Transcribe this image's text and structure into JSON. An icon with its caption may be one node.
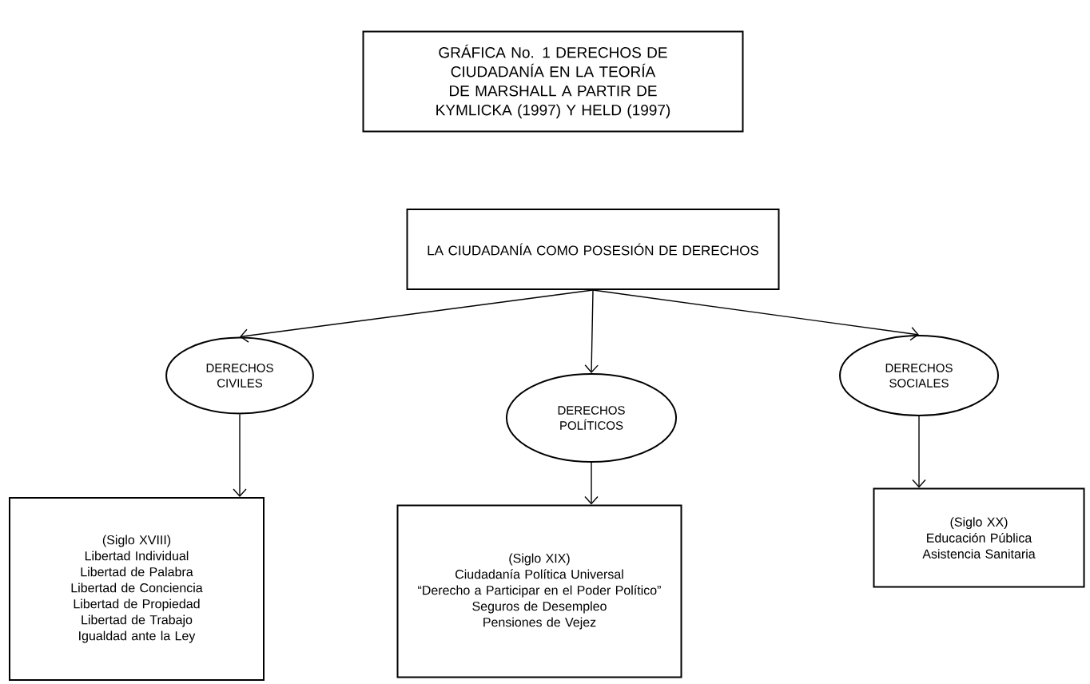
{
  "diagram": {
    "nodes": [
      {
        "text": [
          "GRÁFICA No. 1 DERECHOS DE CIUDADANÍA EN LA TEORÍA DE MARSHALL A PARTIR DE KYMLICKA (1997) Y HELD (1997)"
        ]
      },
      {
        "text": [
          "LA CIUDADANÍA COMO POSESIÓN DE DERECHOS"
        ]
      },
      {
        "text": [
          "DERECHOS CIVILES"
        ]
      },
      {
        "text": [
          "DERECHOS POLÍTICOS"
        ]
      },
      {
        "text": [
          "DERECHOS SOCIALES"
        ]
      },
      {
        "text": [
          "(Siglo XVIII)",
          "Libertad Individual",
          "Libertad de Palabra",
          "Libertad de Conciencia",
          "Libertad de Propiedad",
          "Libertad de Trabajo",
          "Igualdad ante la Ley"
        ]
      },
      {
        "text": [
          "(Siglo XIX)",
          "Ciudadanía Política Universal",
          "“Derecho a Participar en el Poder Político”",
          "Seguros de Desempleo",
          "Pensiones de Vejez"
        ]
      },
      {
        "text": [
          "(Siglo XX)",
          "Educación Pública",
          "Asistencia Sanitaria"
        ]
      }
    ],
    "edges": [
      {
        "from": 1,
        "to": 2,
        "arrow": "to"
      },
      {
        "from": 1,
        "to": 3,
        "arrow": "to"
      },
      {
        "from": 1,
        "to": 4,
        "arrow": "to"
      },
      {
        "from": 2,
        "to": 5,
        "arrow": "to"
      },
      {
        "from": 3,
        "to": 6,
        "arrow": "to"
      },
      {
        "from": 4,
        "to": 7,
        "arrow": "to"
      }
    ]
  }
}
